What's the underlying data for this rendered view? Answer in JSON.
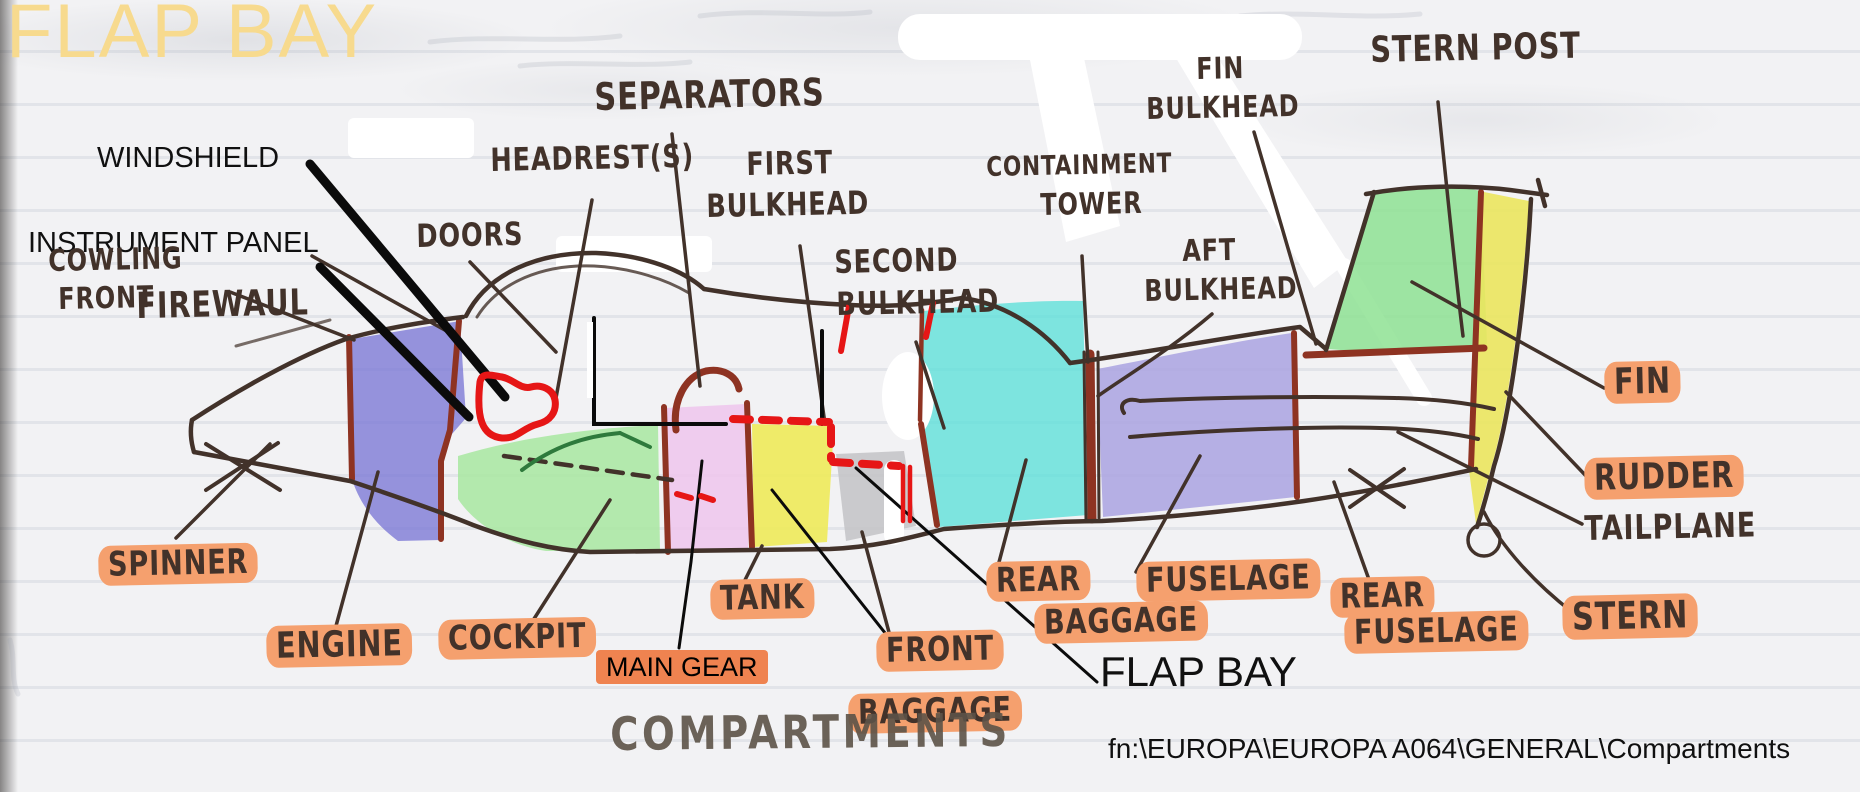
{
  "labels": {
    "watermark": "FLAP BAY",
    "windshield": "WINDSHIELD",
    "instrument_panel": "INSTRUMENT PANEL",
    "firewall": "FIREWAUL",
    "cowling_1": "COWLING",
    "cowling_2": "FRONT",
    "doors": "DOORS",
    "headrests": "HEADREST(S)",
    "separators": "SEPARATORS",
    "first_bulkhead_1": "FIRST",
    "first_bulkhead_2": "BULKHEAD",
    "second_bulkhead_1": "SECOND",
    "second_bulkhead_2": "BULKHEAD",
    "containment_1": "CONTAINMENT",
    "containment_2": "TOWER",
    "aft_bulkhead_1": "AFT",
    "aft_bulkhead_2": "BULKHEAD",
    "fin_bulkhead_1": "FIN",
    "fin_bulkhead_2": "BULKHEAD",
    "stern_post": "STERN POST",
    "fin": "FIN",
    "rudder": "RUDDER",
    "tailplane": "TAILPLANE",
    "stern": "STERN",
    "rear_fuselage_1": "REAR",
    "rear_fuselage_2": "FUSELAGE",
    "fuselage": "FUSELAGE",
    "rear_baggage_1": "REAR",
    "rear_baggage_2": "BAGGAGE",
    "front_baggage_1": "FRONT",
    "front_baggage_2": "BAGGAGE",
    "flap_bay_callout": "FLAP BAY",
    "main_gear": "MAIN GEAR",
    "tank": "TANK",
    "cockpit": "COCKPIT",
    "engine": "ENGINE",
    "spinner": "SPINNER",
    "title": "COMPARTMENTS",
    "footer": "fn:\\EUROPA\\EUROPA A064\\GENERAL\\Compartments"
  },
  "colors": {
    "paper": "#f2f2f4",
    "ink": "#42322a",
    "pencil": "#5d5348",
    "black": "#0b0b0b",
    "red_marker": "#e61616",
    "dark_red": "#8e3322",
    "highlight": "#f5a06e",
    "main_gear_box": "#ef8350",
    "watermark": "#f7da8e",
    "engine_blue": "#7d79d6",
    "cockpit_green": "#a8e8a0",
    "seat_pink": "#efc6ec",
    "tank_yellow": "#eeea5a",
    "flapbay_gray": "#c3c3c5",
    "baggage_cyan": "#5fe0da",
    "fuselage_lavender": "#aaa3e1",
    "fin_green": "#8ee293",
    "rudder_yellow": "#ebe55e"
  },
  "compartment_colors": {
    "engine": "#7d79d6",
    "cockpit": "#a8e8a0",
    "main_gear_bay": "#efc6ec",
    "tank": "#eeea5a",
    "flap_bay": "#c3c3c5",
    "rear_baggage": "#5fe0da",
    "fuselage": "#aaa3e1",
    "fin": "#8ee293",
    "rudder": "#ebe55e"
  }
}
